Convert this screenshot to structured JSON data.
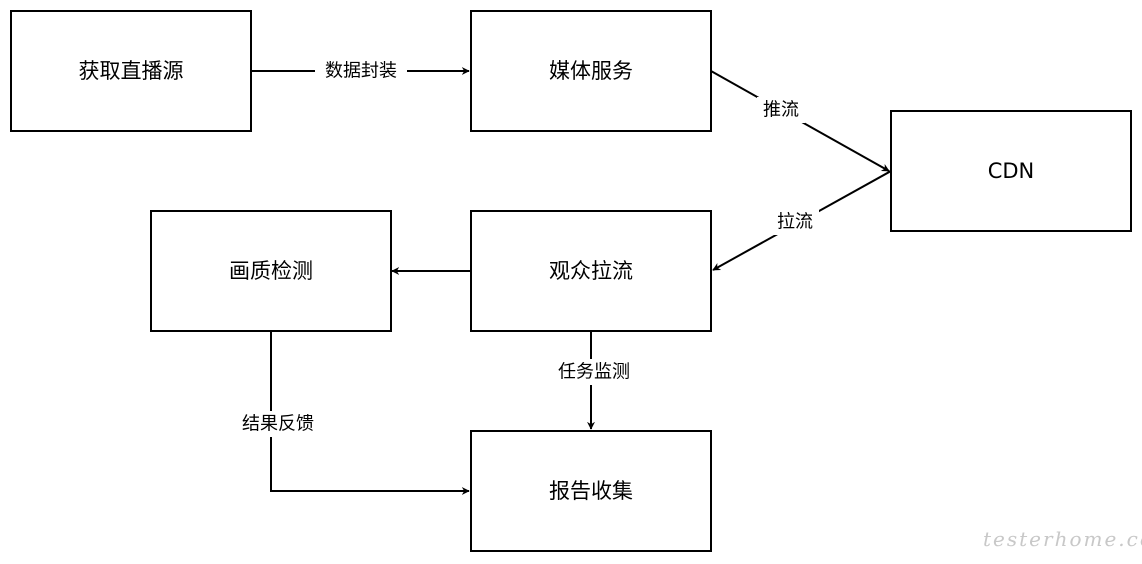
{
  "nodes": {
    "source": "获取直播源",
    "media": "媒体服务",
    "cdn": "CDN",
    "viewer": "观众拉流",
    "quality": "画质检测",
    "report": "报告收集"
  },
  "edges": {
    "package": "数据封装",
    "push": "推流",
    "pull": "拉流",
    "monitor": "任务监测",
    "feedback": "结果反馈"
  },
  "watermark": "testerhome.com"
}
